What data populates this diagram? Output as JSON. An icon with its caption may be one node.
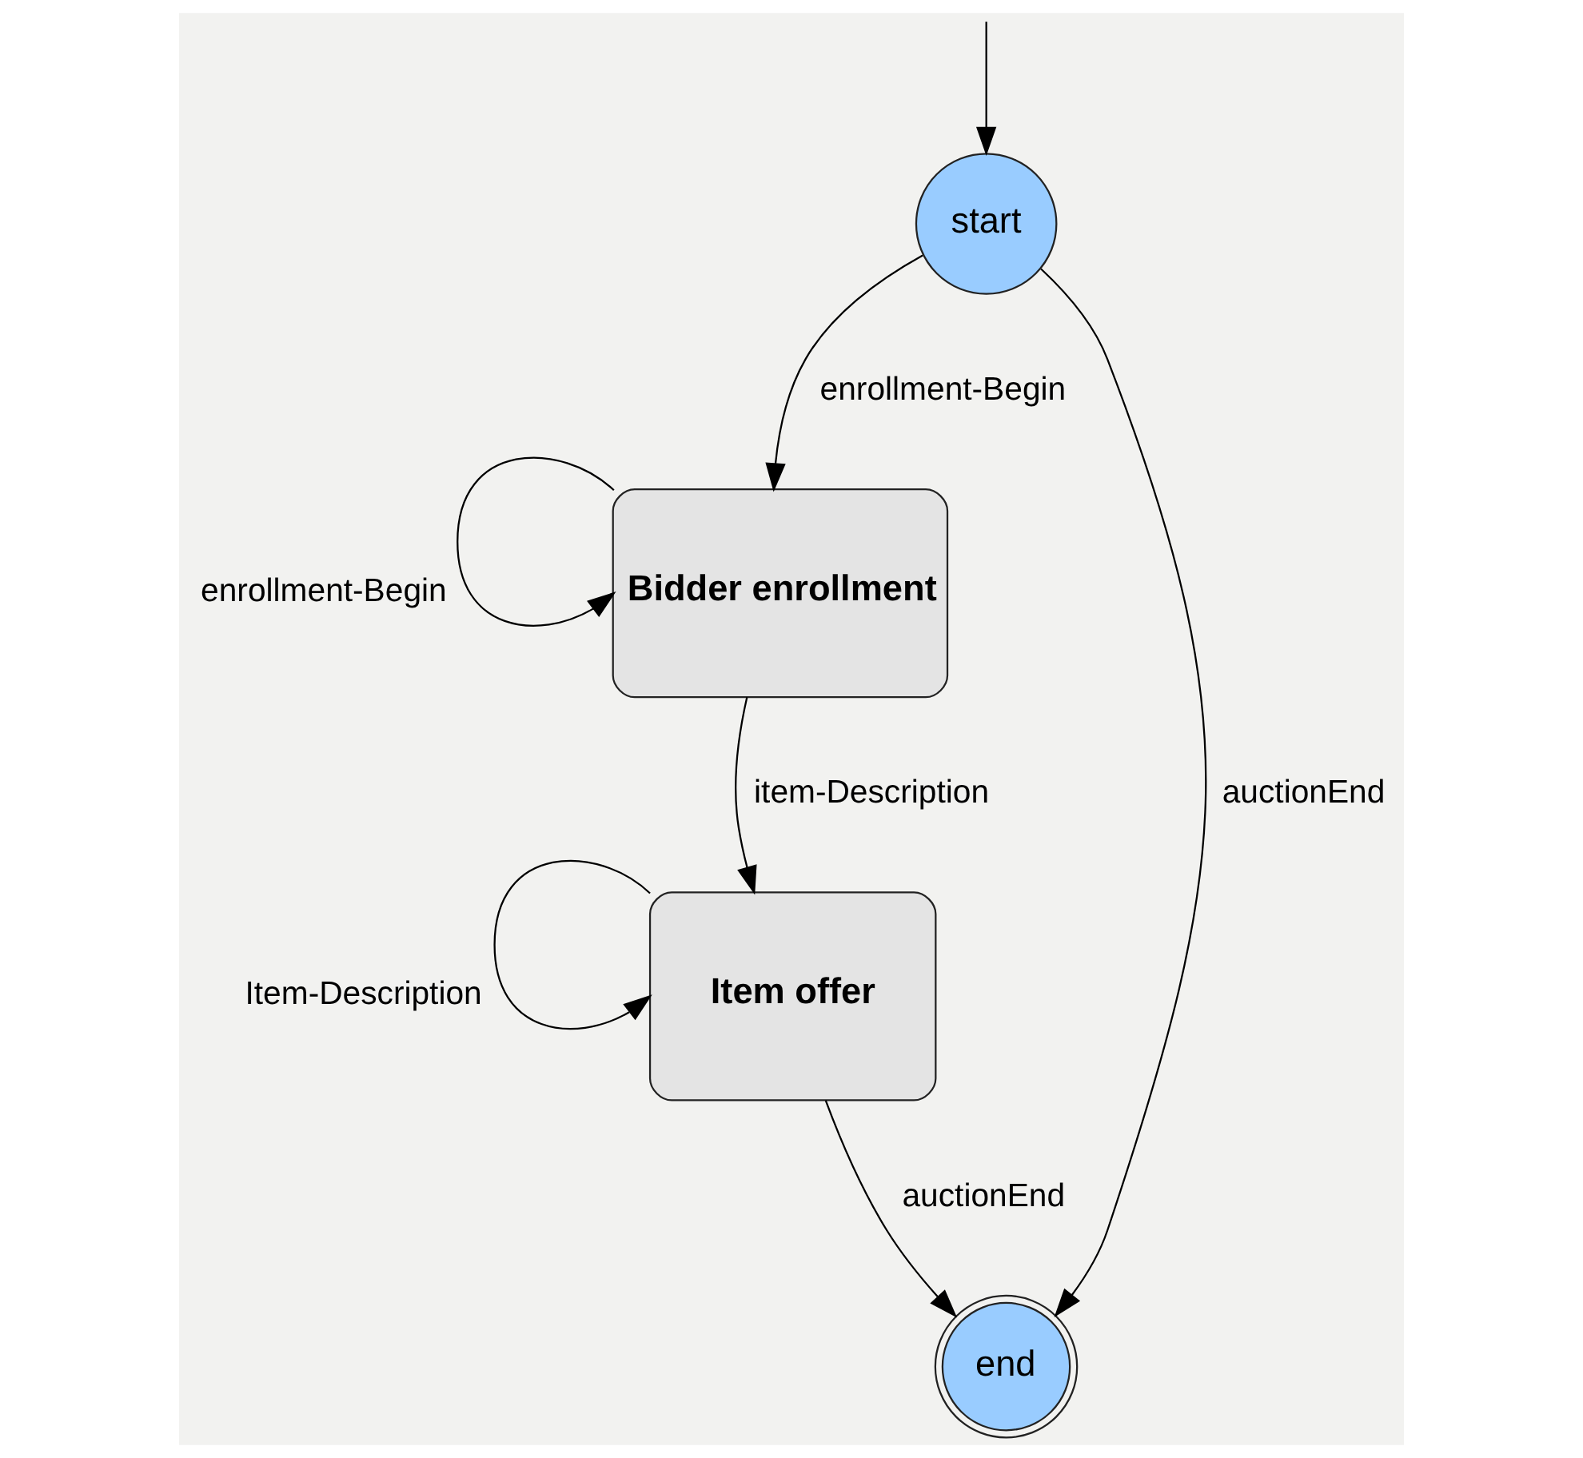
{
  "diagram": {
    "nodes": [
      {
        "text": [
          "Bidder enrollment"
        ]
      },
      {
        "text": [
          "Item offer"
        ]
      },
      {
        "text": [
          "start"
        ]
      },
      {
        "text": [
          "end"
        ]
      }
    ],
    "edges": [
      {
        "from": 0,
        "to": 0,
        "arrow": "to",
        "label": "enrollment-Begin"
      },
      {
        "from": 0,
        "to": 1,
        "arrow": "to",
        "label": "item-Description"
      },
      {
        "from": 1,
        "to": 1,
        "arrow": "to",
        "label": "Item-Description"
      },
      {
        "from": 2,
        "to": 0,
        "arrow": "to",
        "label": "enrollment-Begin"
      },
      {
        "from": null,
        "to": 2,
        "arrow": "to"
      },
      {
        "from": 2,
        "to": 3,
        "arrow": "to",
        "label": "auctionEnd"
      },
      {
        "from": 1,
        "to": 3,
        "arrow": "to",
        "label": "auctionEnd"
      }
    ]
  }
}
